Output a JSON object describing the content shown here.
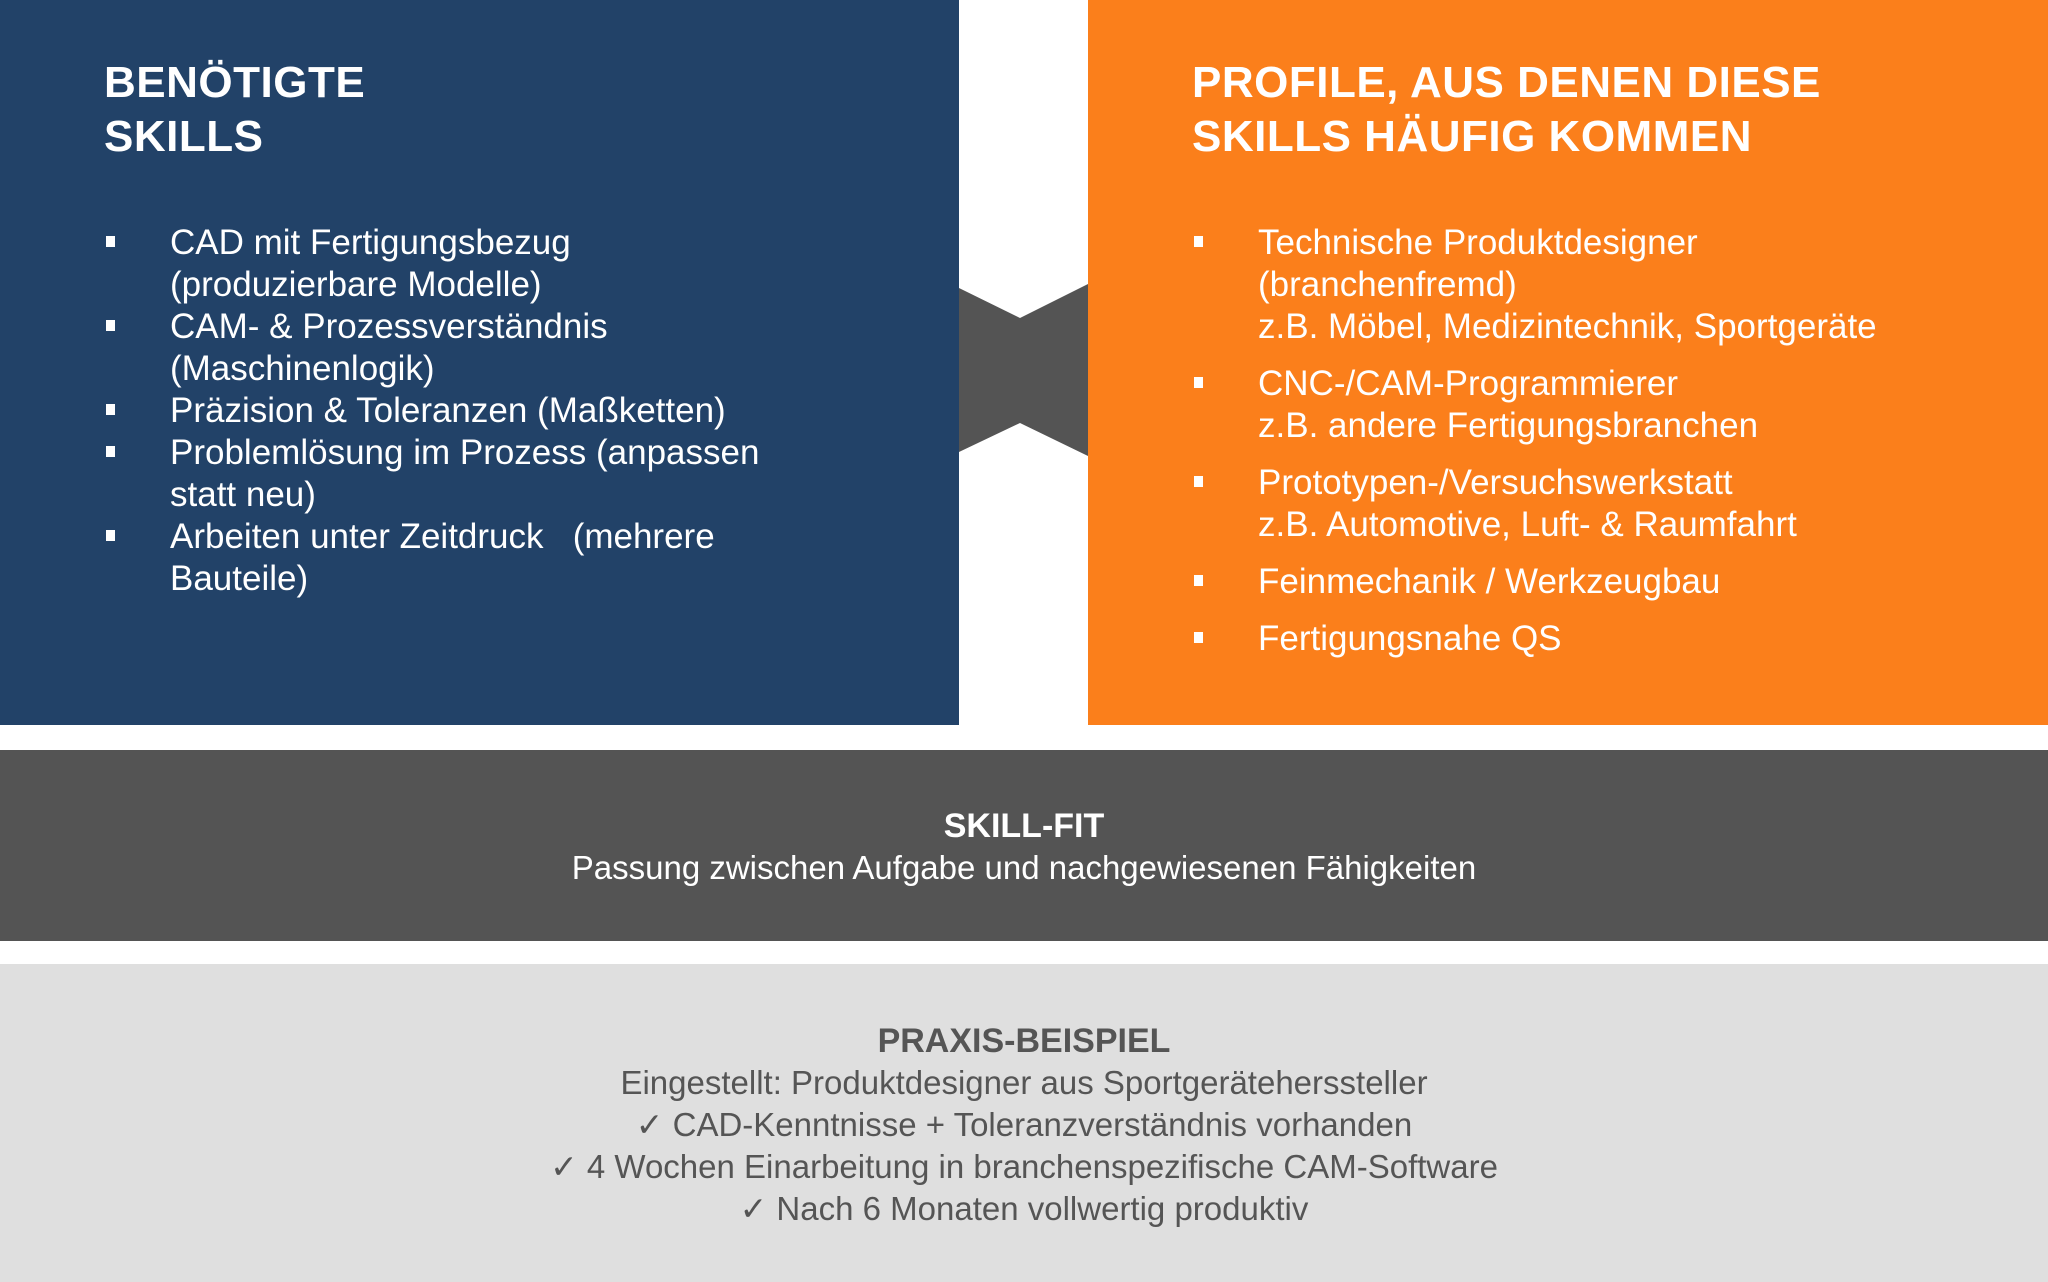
{
  "colors": {
    "left_panel": "#224268",
    "right_panel": "#fb7f1b",
    "connector": "#545454",
    "fit_band": "#545454",
    "example_band": "#dfdfdf",
    "example_text": "#555555"
  },
  "left_panel": {
    "title_line1": "BENÖTIGTE",
    "title_line2": "SKILLS",
    "items": [
      {
        "line1": "CAD mit Fertigungsbezug",
        "line2": "(produzierbare Modelle)"
      },
      {
        "line1": "CAM- & Prozessverständnis",
        "line2": "(Maschinenlogik)"
      },
      {
        "line1": "Präzision & Toleranzen (Maßketten)",
        "line2": ""
      },
      {
        "line1": "Problemlösung im Prozess (anpassen",
        "line2": "statt neu)"
      },
      {
        "line1": "Arbeiten unter Zeitdruck   (mehrere",
        "line2": "Bauteile)"
      }
    ]
  },
  "right_panel": {
    "title_line1": "PROFILE, AUS DENEN DIESE",
    "title_line2": "SKILLS HÄUFIG KOMMEN",
    "items": [
      {
        "line1": "Technische Produktdesigner",
        "line2": "(branchenfremd)",
        "line3": "z.B. Möbel, Medizintechnik, Sportgeräte"
      },
      {
        "line1": "CNC-/CAM-Programmierer",
        "line2": "z.B. andere Fertigungsbranchen",
        "line3": ""
      },
      {
        "line1": "Prototypen-/Versuchswerkstatt",
        "line2": "z.B. Automotive, Luft- & Raumfahrt",
        "line3": ""
      },
      {
        "line1": "Feinmechanik / Werkzeugbau",
        "line2": "",
        "line3": ""
      },
      {
        "line1": "Fertigungsnahe QS",
        "line2": "",
        "line3": ""
      }
    ]
  },
  "fit_band": {
    "title": "SKILL-FIT",
    "subtitle": "Passung zwischen Aufgabe und nachgewiesenen Fähigkeiten"
  },
  "example_band": {
    "title": "PRAXIS-BEISPIEL",
    "lines": [
      "Eingestellt: Produktdesigner aus Sportgeräteherssteller",
      "✓ CAD-Kenntnisse + Toleranzverständnis vorhanden",
      "✓ 4 Wochen Einarbeitung in branchenspezifische CAM-Software",
      "✓ Nach 6 Monaten vollwertig produktiv"
    ]
  }
}
